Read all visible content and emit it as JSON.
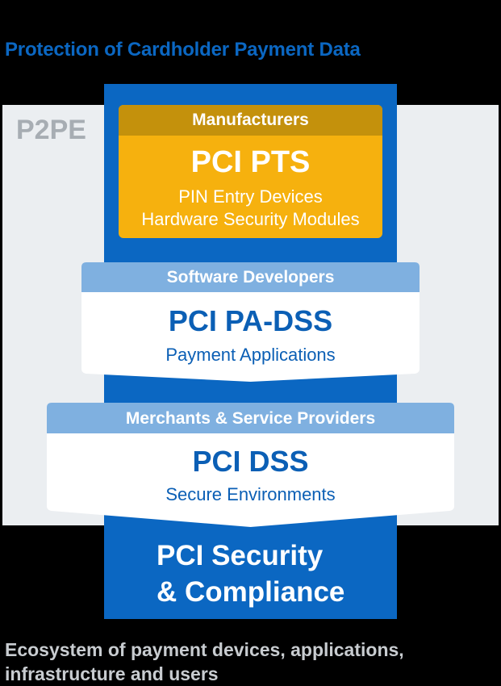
{
  "top_title": "Protection of Cardholder Payment Data",
  "p2pe_label": "P2PE",
  "pts": {
    "header": "Manufacturers",
    "title": "PCI PTS",
    "lines": [
      "PIN Entry Devices",
      "Hardware Security Modules"
    ]
  },
  "padss": {
    "header": "Software Developers",
    "title": "PCI PA-DSS",
    "subtitle": "Payment Applications"
  },
  "dss": {
    "header": "Merchants & Service Providers",
    "title": "PCI DSS",
    "subtitle": "Secure Environments"
  },
  "bottom_title": {
    "line1": "PCI Security",
    "line2": "& Compliance"
  },
  "bottom_caption": {
    "line1": "Ecosystem of payment devices, applications,",
    "line2": "infrastructure and users"
  },
  "colors": {
    "blue": "#0b67c2",
    "gold": "#f6b10e",
    "gold_header": "#c4910c",
    "light_blue_header": "#7fb0e0",
    "panel_gray": "#ebeef1"
  }
}
